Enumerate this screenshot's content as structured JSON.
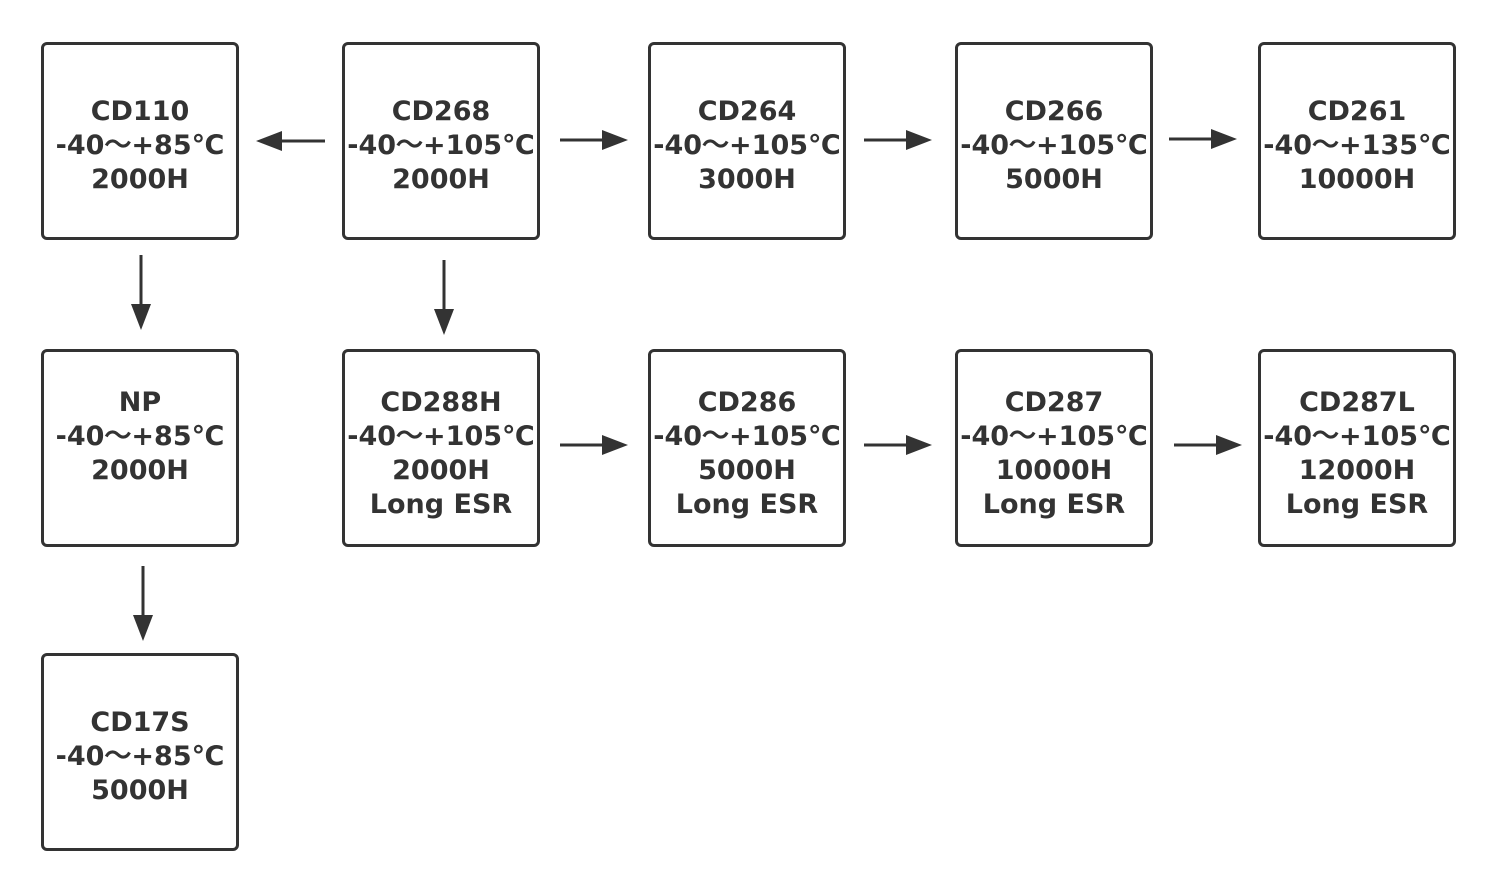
{
  "nodes": {
    "cd110": {
      "name": "CD110",
      "temp": "-40～+85℃",
      "life": "2000H"
    },
    "cd268": {
      "name": "CD268",
      "temp": "-40～+105℃",
      "life": "2000H"
    },
    "cd264": {
      "name": "CD264",
      "temp": "-40～+105℃",
      "life": "3000H"
    },
    "cd266": {
      "name": "CD266",
      "temp": "-40～+105℃",
      "life": "5000H"
    },
    "cd261": {
      "name": "CD261",
      "temp": "-40～+135℃",
      "life": "10000H"
    },
    "np": {
      "name": "NP",
      "temp": "-40～+85℃",
      "life": "2000H"
    },
    "cd288h": {
      "name": "CD288H",
      "temp": "-40～+105℃",
      "life": "2000H",
      "note": "Long ESR"
    },
    "cd286": {
      "name": "CD286",
      "temp": "-40～+105℃",
      "life": "5000H",
      "note": "Long ESR"
    },
    "cd287": {
      "name": "CD287",
      "temp": "-40～+105℃",
      "life": "10000H",
      "note": "Long ESR"
    },
    "cd287l": {
      "name": "CD287L",
      "temp": "-40～+105℃",
      "life": "12000H",
      "note": "Long ESR"
    },
    "cd17s": {
      "name": "CD17S",
      "temp": "-40～+85℃",
      "life": "5000H"
    }
  },
  "edges": [
    {
      "from": "CD268",
      "to": "CD110"
    },
    {
      "from": "CD268",
      "to": "CD264"
    },
    {
      "from": "CD264",
      "to": "CD266"
    },
    {
      "from": "CD266",
      "to": "CD261"
    },
    {
      "from": "CD110",
      "to": "NP"
    },
    {
      "from": "CD268",
      "to": "CD288H"
    },
    {
      "from": "NP",
      "to": "CD17S"
    },
    {
      "from": "CD288H",
      "to": "CD286"
    },
    {
      "from": "CD286",
      "to": "CD287"
    },
    {
      "from": "CD287",
      "to": "CD287L"
    }
  ],
  "colors": {
    "stroke": "#333333",
    "text": "#333333",
    "background": "#ffffff"
  }
}
